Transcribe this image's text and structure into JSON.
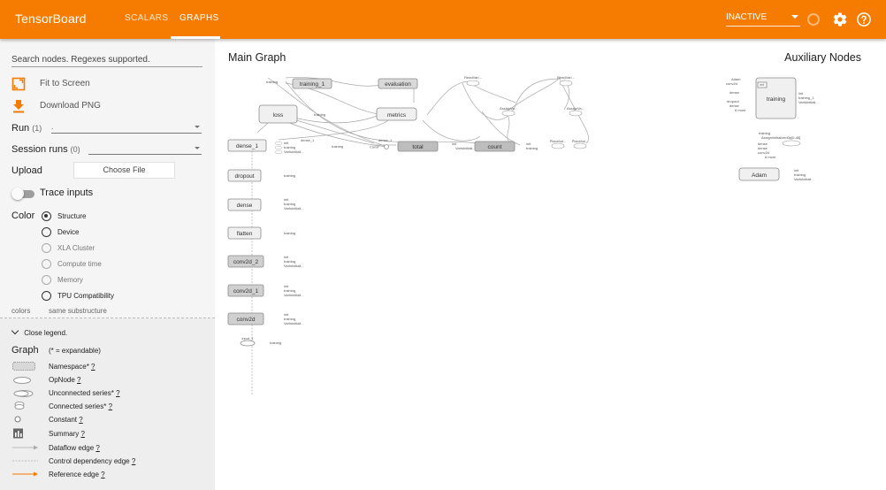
{
  "header": {
    "brand": "TensorBoard",
    "tabs": [
      {
        "label": "SCALARS",
        "active": false
      },
      {
        "label": "GRAPHS",
        "active": true
      }
    ],
    "status": "INACTIVE",
    "accent_color": "#f57c00"
  },
  "sidebar": {
    "search_text": "Search nodes. Regexes supported.",
    "fit_label": "Fit to Screen",
    "download_label": "Download PNG",
    "run_label": "Run",
    "run_count": "(1)",
    "run_value": ".",
    "session_label": "Session runs",
    "session_count": "(0)",
    "upload_label": "Upload",
    "choose_file_label": "Choose File",
    "trace_label": "Trace inputs",
    "color_label": "Color",
    "color_options": [
      "Structure",
      "Device",
      "XLA Cluster",
      "Compute time",
      "Memory",
      "TPU Compatibility"
    ],
    "color_selected": "Structure",
    "colors_label": "colors",
    "colors_value": "same substructure"
  },
  "legend": {
    "close_label": "Close legend.",
    "graph_label": "Graph",
    "expandable_note": "(* = expandable)",
    "items": [
      {
        "name": "Namespace*",
        "help": "?"
      },
      {
        "name": "OpNode",
        "help": "?"
      },
      {
        "name": "Unconnected series*",
        "help": "?"
      },
      {
        "name": "Connected series*",
        "help": "?"
      },
      {
        "name": "Constant",
        "help": "?"
      },
      {
        "name": "Summary",
        "help": "?"
      },
      {
        "name": "Dataflow edge",
        "help": "?"
      },
      {
        "name": "Control dependency edge",
        "help": "?"
      },
      {
        "name": "Reference edge",
        "help": "?"
      }
    ]
  },
  "main": {
    "main_title": "Main Graph",
    "aux_title": "Auxiliary Nodes",
    "nodes": {
      "training_1": "training_1",
      "evaluation": "evaluation",
      "loss": "loss",
      "metrics": "metrics",
      "dense_1": "dense_1",
      "total": "total",
      "count": "count",
      "dropout": "dropout",
      "dense": "dense",
      "flatten": "flatten",
      "conv2d_2": "conv2d_2",
      "conv2d_1": "conv2d_1",
      "conv2d": "conv2d",
      "input_1": "input_1",
      "readvari_1": "ReadVari...",
      "readvari_2": "ReadVari...",
      "assignva_1": "AssignVa...",
      "assignva_2": "AssignVa...",
      "placehol_1": "Placehol...",
      "placehol_2": "Placehol...",
      "dense_tag": "dense_1",
      "dense_tag2": "dense_1",
      "const": "Const",
      "training_aux": "training",
      "initializer": "Assign/initialized0p[0-46]",
      "adam": "Adam"
    },
    "tags": {
      "init": "init",
      "training": "training",
      "varsinit": "VarIsInitiali...",
      "training_1": "training_1",
      "six_more": "6 more",
      "two_more": "2 more",
      "adam": "Adam",
      "conv2d": "conv2d",
      "dense": "dense",
      "dropout": "dropout"
    }
  }
}
